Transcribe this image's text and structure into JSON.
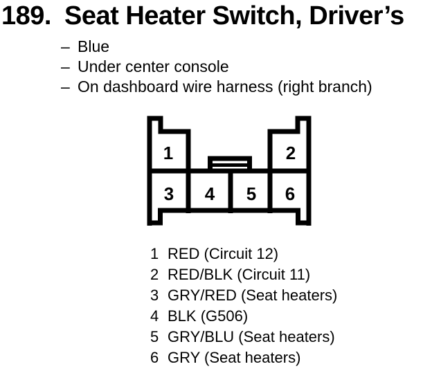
{
  "header": {
    "number": "189.",
    "title": "Seat Heater Switch, Driver’s"
  },
  "bullet_char": "–",
  "details": [
    "Blue",
    "Under center console",
    "On dashboard wire harness (right branch)"
  ],
  "connector": {
    "top_pins": [
      "1",
      "2"
    ],
    "bottom_pins": [
      "3",
      "4",
      "5",
      "6"
    ]
  },
  "legend": [
    {
      "pin": "1",
      "label": "RED (Circuit 12)"
    },
    {
      "pin": "2",
      "label": "RED/BLK (Circuit 11)"
    },
    {
      "pin": "3",
      "label": "GRY/RED (Seat heaters)"
    },
    {
      "pin": "4",
      "label": "BLK (G506)"
    },
    {
      "pin": "5",
      "label": "GRY/BLU (Seat heaters)"
    },
    {
      "pin": "6",
      "label": "GRY (Seat heaters)"
    }
  ],
  "colors": {
    "ink": "#000000",
    "paper": "#ffffff"
  }
}
